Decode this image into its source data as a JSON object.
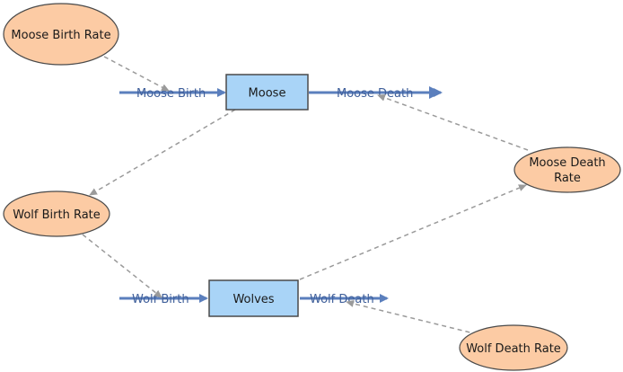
{
  "diagram": {
    "stocks": {
      "moose": "Moose",
      "wolves": "Wolves"
    },
    "flows": {
      "moose_birth": "Moose Birth",
      "moose_death": "Moose Death",
      "wolf_birth": "Wolf Birth",
      "wolf_death": "Wolf Death"
    },
    "variables": {
      "moose_birth_rate": "Moose Birth Rate",
      "moose_death_rate_line1": "Moose Death",
      "moose_death_rate_line2": "Rate",
      "wolf_birth_rate": "Wolf Birth Rate",
      "wolf_death_rate": "Wolf Death Rate"
    },
    "colors": {
      "stock_fill": "#a9d4f7",
      "stock_stroke": "#4a4a4a",
      "variable_fill": "#fccba4",
      "variable_stroke": "#4a4a4a",
      "flow_line": "#5b7fbd",
      "link_line": "#9a9a9a",
      "flow_label": "#3f5f9a"
    }
  }
}
